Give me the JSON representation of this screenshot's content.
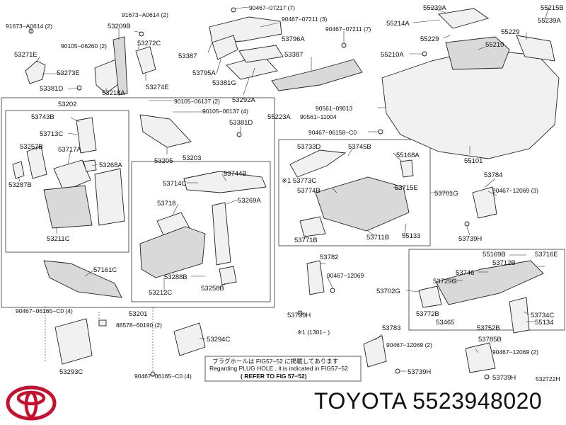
{
  "part_number_text": "TOYOTA 5523948020",
  "footer_code": "532722H",
  "brand_colors": {
    "logo_red": "#c8102e"
  },
  "note": {
    "jp_line": "プラグホールは FIG57−52 に掲載してあります",
    "en_line": "Regarding  PLUG HOLE , it is indicated  in  FIG57−52",
    "ref_line": "( REFER TO FIG 57−52)"
  },
  "footnote_range": "※1 (1301−      )",
  "labels": {
    "l91673_a0614_2a": "91673−A0614 (2)",
    "l53209b": "53209B",
    "l91673_a0614_2b": "91673−A0614 (2)",
    "l53271e": "53271E",
    "l90105_06260": "90105−06260 (2)",
    "l53272c": "53272C",
    "l53273e": "53273E",
    "l53381d": "53381D",
    "l53218a": "53218A",
    "l53274e": "53274E",
    "l53387a": "53387",
    "l53795a": "53795A",
    "l90467_07217": "90467−07217 (7)",
    "l90467_07211a": "90467−07211 (3)",
    "l90467_07211b": "90467−07211 (7)",
    "l53796a": "53796A",
    "l53387b": "53387",
    "l53381g": "53381G",
    "l53292a": "53292A",
    "l90105_06137a": "90105−06137 (2)",
    "l90105_06137b": "90105−06137 (4)",
    "l53202": "53202",
    "l53743b": "53743B",
    "l53713c": "53713C",
    "l53257b": "53257B",
    "l53717a": "53717A",
    "l53268a": "53268A",
    "l53287b": "53287B",
    "l53211c": "53211C",
    "l53205": "53205",
    "l53381d2": "53381D",
    "l53203": "53203",
    "l53714c": "53714C",
    "l53744b": "53744B",
    "l53269a": "53269A",
    "l53718": "53718",
    "l53288b": "53288B",
    "l53258b": "53258B",
    "l53212c": "53212C",
    "l57161c": "57161C",
    "l53201": "53201",
    "l90467_06165_a": "90467−06165−C0 (4)",
    "l88578": "88578−60190 (2)",
    "l53294c": "53294C",
    "l53293c": "53293C",
    "l90467_06165_b": "90467−06165−C0 (4)",
    "l55239a_top": "55239A",
    "l55214a": "55214A",
    "l55229a": "55229",
    "l55215b": "55215B",
    "l55239a_r": "55239A",
    "l55229b": "55229",
    "l55210": "55210",
    "l55210a": "55210A",
    "l90561_09013": "90561−09013",
    "l55223a": "55223A",
    "l90561_11004": "90561−11004",
    "l90467_06158": "90467−06158−C0",
    "l55101": "55101",
    "l53733d": "53733D",
    "l53745b": "53745B",
    "l55168a": "55168A",
    "l53773c": "※1 53773C",
    "l53774b": "53774B",
    "l53715e": "53715E",
    "l53701g": "53701G",
    "l53771b": "53771B",
    "l53711b": "53711B",
    "l55133": "55133",
    "l53784": "53784",
    "l90467_12069_3": "90467−12069 (3)",
    "l53739h_a": "53739H",
    "l53782": "53782",
    "l90467_12069_a": "90467−12069",
    "l53739h_b": "53739H",
    "l55169b": "55169B",
    "l53716e": "53716E",
    "l53712b": "53712B",
    "l53746": "53746",
    "l53729g": "53729G",
    "l53702g": "53702G",
    "l53772b": "53772B",
    "l53734c": "53734C",
    "l53465": "53465",
    "l53752b": "53752B",
    "l55134": "55134",
    "l53783": "53783",
    "l90467_12069_2a": "90467−12069 (2)",
    "l53739h_c": "53739H",
    "l53785b": "53785B",
    "l90467_12069_2b": "90467−12069 (2)",
    "l53739h_d": "53739H"
  }
}
